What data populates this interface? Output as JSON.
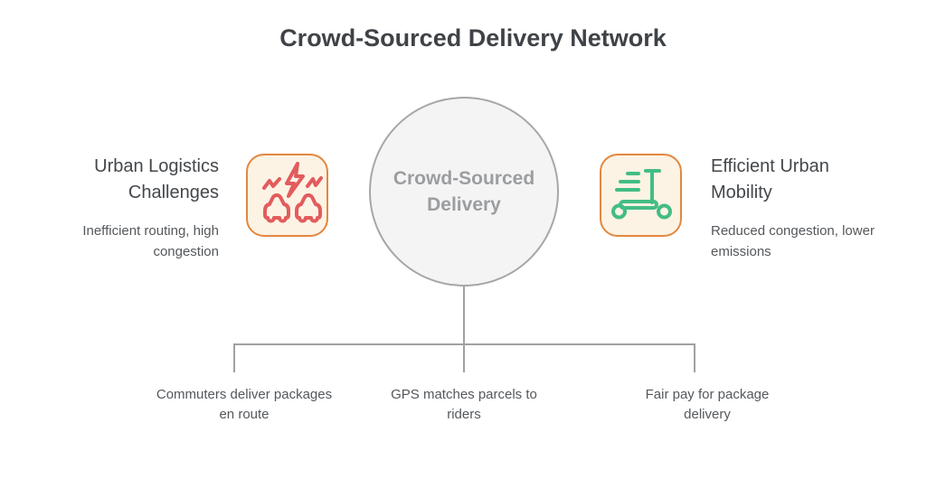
{
  "title": "Crowd-Sourced Delivery Network",
  "hub": {
    "label": "Crowd-Sourced Delivery"
  },
  "left_item": {
    "heading": "Urban Logistics Challenges",
    "description": "Inefficient routing, high congestion",
    "icon": "traffic-congestion-icon",
    "icon_color": "#e25c5e"
  },
  "right_item": {
    "heading": "Efficient Urban Mobility",
    "description": "Reduced congestion, lower emissions",
    "icon": "scooter-icon",
    "icon_color": "#43bd85"
  },
  "bottom_items": [
    "Commuters deliver packages en route",
    "GPS matches parcels to riders",
    "Fair pay for package delivery"
  ],
  "colors": {
    "background": "#ffffff",
    "title_text": "#3f4347",
    "heading_text": "#43474b",
    "body_text": "#54585c",
    "hub_fill": "#f4f4f5",
    "hub_border": "#a5a7a9",
    "hub_text": "#9b9da0",
    "tile_fill": "#fdf3e4",
    "tile_border": "#e2873f",
    "icon_red": "#e25c5e",
    "icon_green": "#43bd85",
    "connector": "#9fa1a3"
  }
}
